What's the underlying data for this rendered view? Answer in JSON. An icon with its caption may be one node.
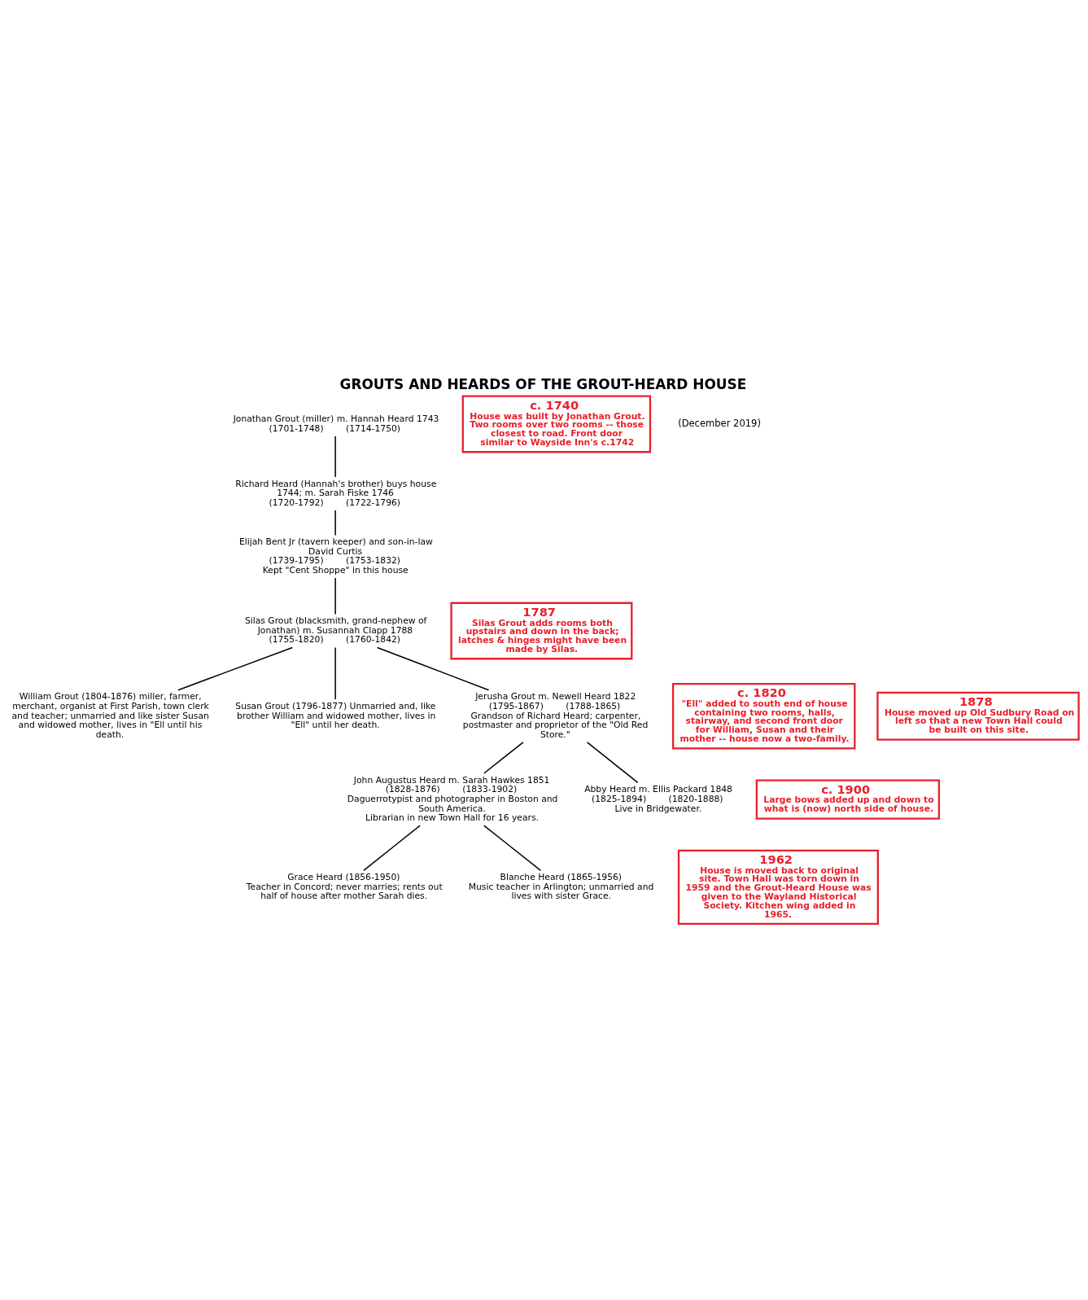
{
  "diagram": {
    "title": "GROUTS AND HEARDS OF THE GROUT-HEARD HOUSE",
    "nodes": [
      {
        "text": [
          "Jonathan Grout (miller) m. Hannah Heard 1743",
          "(1701-1748)        (1714-1750)"
        ]
      },
      {
        "text": [
          "Richard Heard (Hannah's brother) buys house 1744; m. Sarah Fiske 1746",
          "(1720-1792)        (1722-1796)"
        ]
      },
      {
        "text": [
          "Elijah Bent Jr (tavern keeper) and son-in-law David Curtis",
          "(1739-1795)        (1753-1832)",
          "Kept \"Cent Shoppe\" in this house"
        ]
      },
      {
        "text": [
          "Silas Grout (blacksmith, grand-nephew of Jonathan) m. Susannah Clapp 1788",
          "(1755-1820)        (1760-1842)"
        ]
      },
      {
        "text": [
          "William Grout (1804-1876) miller, farmer, merchant, organist at First Parish, town clerk and teacher; unmarried and like sister Susan and widowed mother, lives in \"Ell until his death."
        ]
      },
      {
        "text": [
          "Susan Grout (1796-1877) Unmarried and, like brother William and widowed mother, lives in \"Ell\" until her death."
        ]
      },
      {
        "text": [
          "Jerusha Grout m. Newell Heard 1822",
          "(1795-1867)        (1788-1865)",
          "Grandson of Richard Heard; carpenter, postmaster and proprietor of the \"Old Red Store.\""
        ]
      },
      {
        "text": [
          "John Augustus Heard m. Sarah Hawkes 1851",
          "(1828-1876)        (1833-1902)",
          "Daguerrotypist and photographer in Boston and South America.",
          "Librarian in new Town Hall for 16 years."
        ]
      },
      {
        "text": [
          "Abby Heard m. Ellis Packard 1848",
          "(1825-1894)        (1820-1888)",
          "Live in Bridgewater."
        ]
      },
      {
        "text": [
          "Grace Heard (1856-1950)",
          "Teacher in Concord; never marries; rents out half of house after mother Sarah dies."
        ]
      },
      {
        "text": [
          "Blanche Heard (1865-1956)",
          "Music teacher in Arlington; unmarried and lives with sister Grace."
        ]
      },
      {
        "text": [
          "c. 1740",
          "House was built by Jonathan Grout. Two rooms over two rooms -- those closest to road. Front door similar to Wayside Inn's c.1742"
        ]
      },
      {
        "text": [
          "1787",
          "Silas Grout adds rooms both upstairs and down in the back; latches & hinges might have been made by Silas."
        ]
      },
      {
        "text": [
          "c. 1820",
          "\"Ell\" added to south end of house containing two rooms, halls, stairway, and second front door for William, Susan and their mother -- house now a two-family."
        ]
      },
      {
        "text": [
          "1878",
          "House moved up Old Sudbury Road on left so that a new Town Hall could be built on this site."
        ]
      },
      {
        "text": [
          "c. 1900",
          "Large bows added up and down to what is (now) north side of house."
        ]
      },
      {
        "text": [
          "1962",
          "House is moved back to original site. Town Hall was torn down in 1959 and the Grout-Heard House was given to the Wayland Historical Society. Kitchen wing added in 1965."
        ]
      }
    ],
    "edges": [
      {
        "from": 0,
        "to": 1,
        "arrow": "none"
      },
      {
        "from": 1,
        "to": 2,
        "arrow": "none"
      },
      {
        "from": 2,
        "to": 3,
        "arrow": "none"
      },
      {
        "from": 3,
        "to": 4,
        "arrow": "none"
      },
      {
        "from": 3,
        "to": 6,
        "arrow": "none"
      },
      {
        "from": 3,
        "to": 5,
        "arrow": "none"
      },
      {
        "from": 6,
        "to": 7,
        "arrow": "none"
      },
      {
        "from": 6,
        "to": 8,
        "arrow": "none"
      },
      {
        "from": 7,
        "to": 9,
        "arrow": "none"
      },
      {
        "from": 7,
        "to": 10,
        "arrow": "none"
      }
    ],
    "labels": [
      "(December 2019)"
    ]
  }
}
